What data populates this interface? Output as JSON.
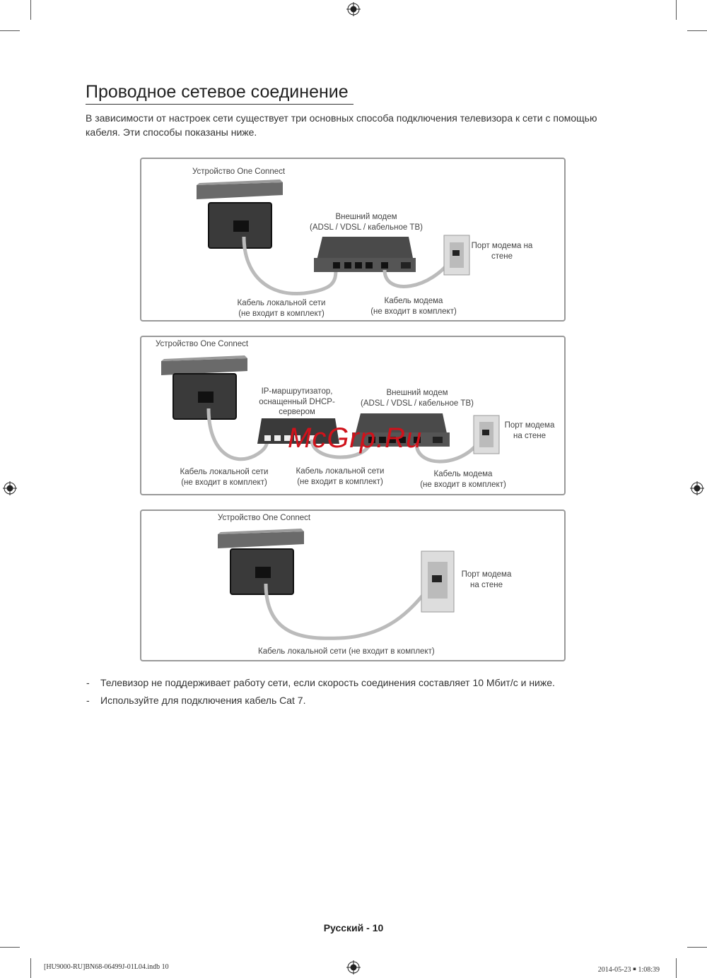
{
  "title": "Проводное сетевое соединение",
  "intro": "В зависимости от настроек сети существует три основных способа подключения телевизора к сети с помощью кабеля. Эти способы показаны ниже.",
  "diagram1": {
    "one_connect": "Устройство One Connect",
    "modem": "Внешний модем",
    "modem_types": "(ADSL / VDSL / кабельное ТВ)",
    "wall_port_1": "Порт модема на",
    "wall_port_2": "стене",
    "lan_cable": "Кабель локальной сети",
    "lan_cable_note": "(не входит в комплект)",
    "modem_cable": "Кабель модема",
    "modem_cable_note": "(не входит в комплект)"
  },
  "diagram2": {
    "one_connect": "Устройство One Connect",
    "router_1": "IP-маршрутизатор,",
    "router_2": "оснащенный DHCP-",
    "router_3": "сервером",
    "modem": "Внешний модем",
    "modem_types": "(ADSL / VDSL / кабельное ТВ)",
    "wall_port_1": "Порт модема",
    "wall_port_2": "на стене",
    "lan_cable_a": "Кабель локальной сети",
    "lan_cable_a_note": "(не входит в комплект)",
    "lan_cable_b": "Кабель локальной сети",
    "lan_cable_b_note": "(не входит в комплект)",
    "modem_cable": "Кабель модема",
    "modem_cable_note": "(не входит в комплект)"
  },
  "diagram3": {
    "one_connect": "Устройство One Connect",
    "wall_port_1": "Порт модема",
    "wall_port_2": "на стене",
    "lan_cable": "Кабель локальной сети (не входит в комплект)"
  },
  "notes": [
    "Телевизор не поддерживает работу сети, если скорость соединения составляет 10 Мбит/с и ниже.",
    "Используйте для подключения кабель Cat 7."
  ],
  "note_bullet": "-",
  "watermark": "McGrp.Ru",
  "page_label": "Русский - 10",
  "footer_left": "[HU9000-RU]BN68-06499J-01L04.indb   10",
  "footer_right": "2014-05-23   ￭ 1:08:39"
}
